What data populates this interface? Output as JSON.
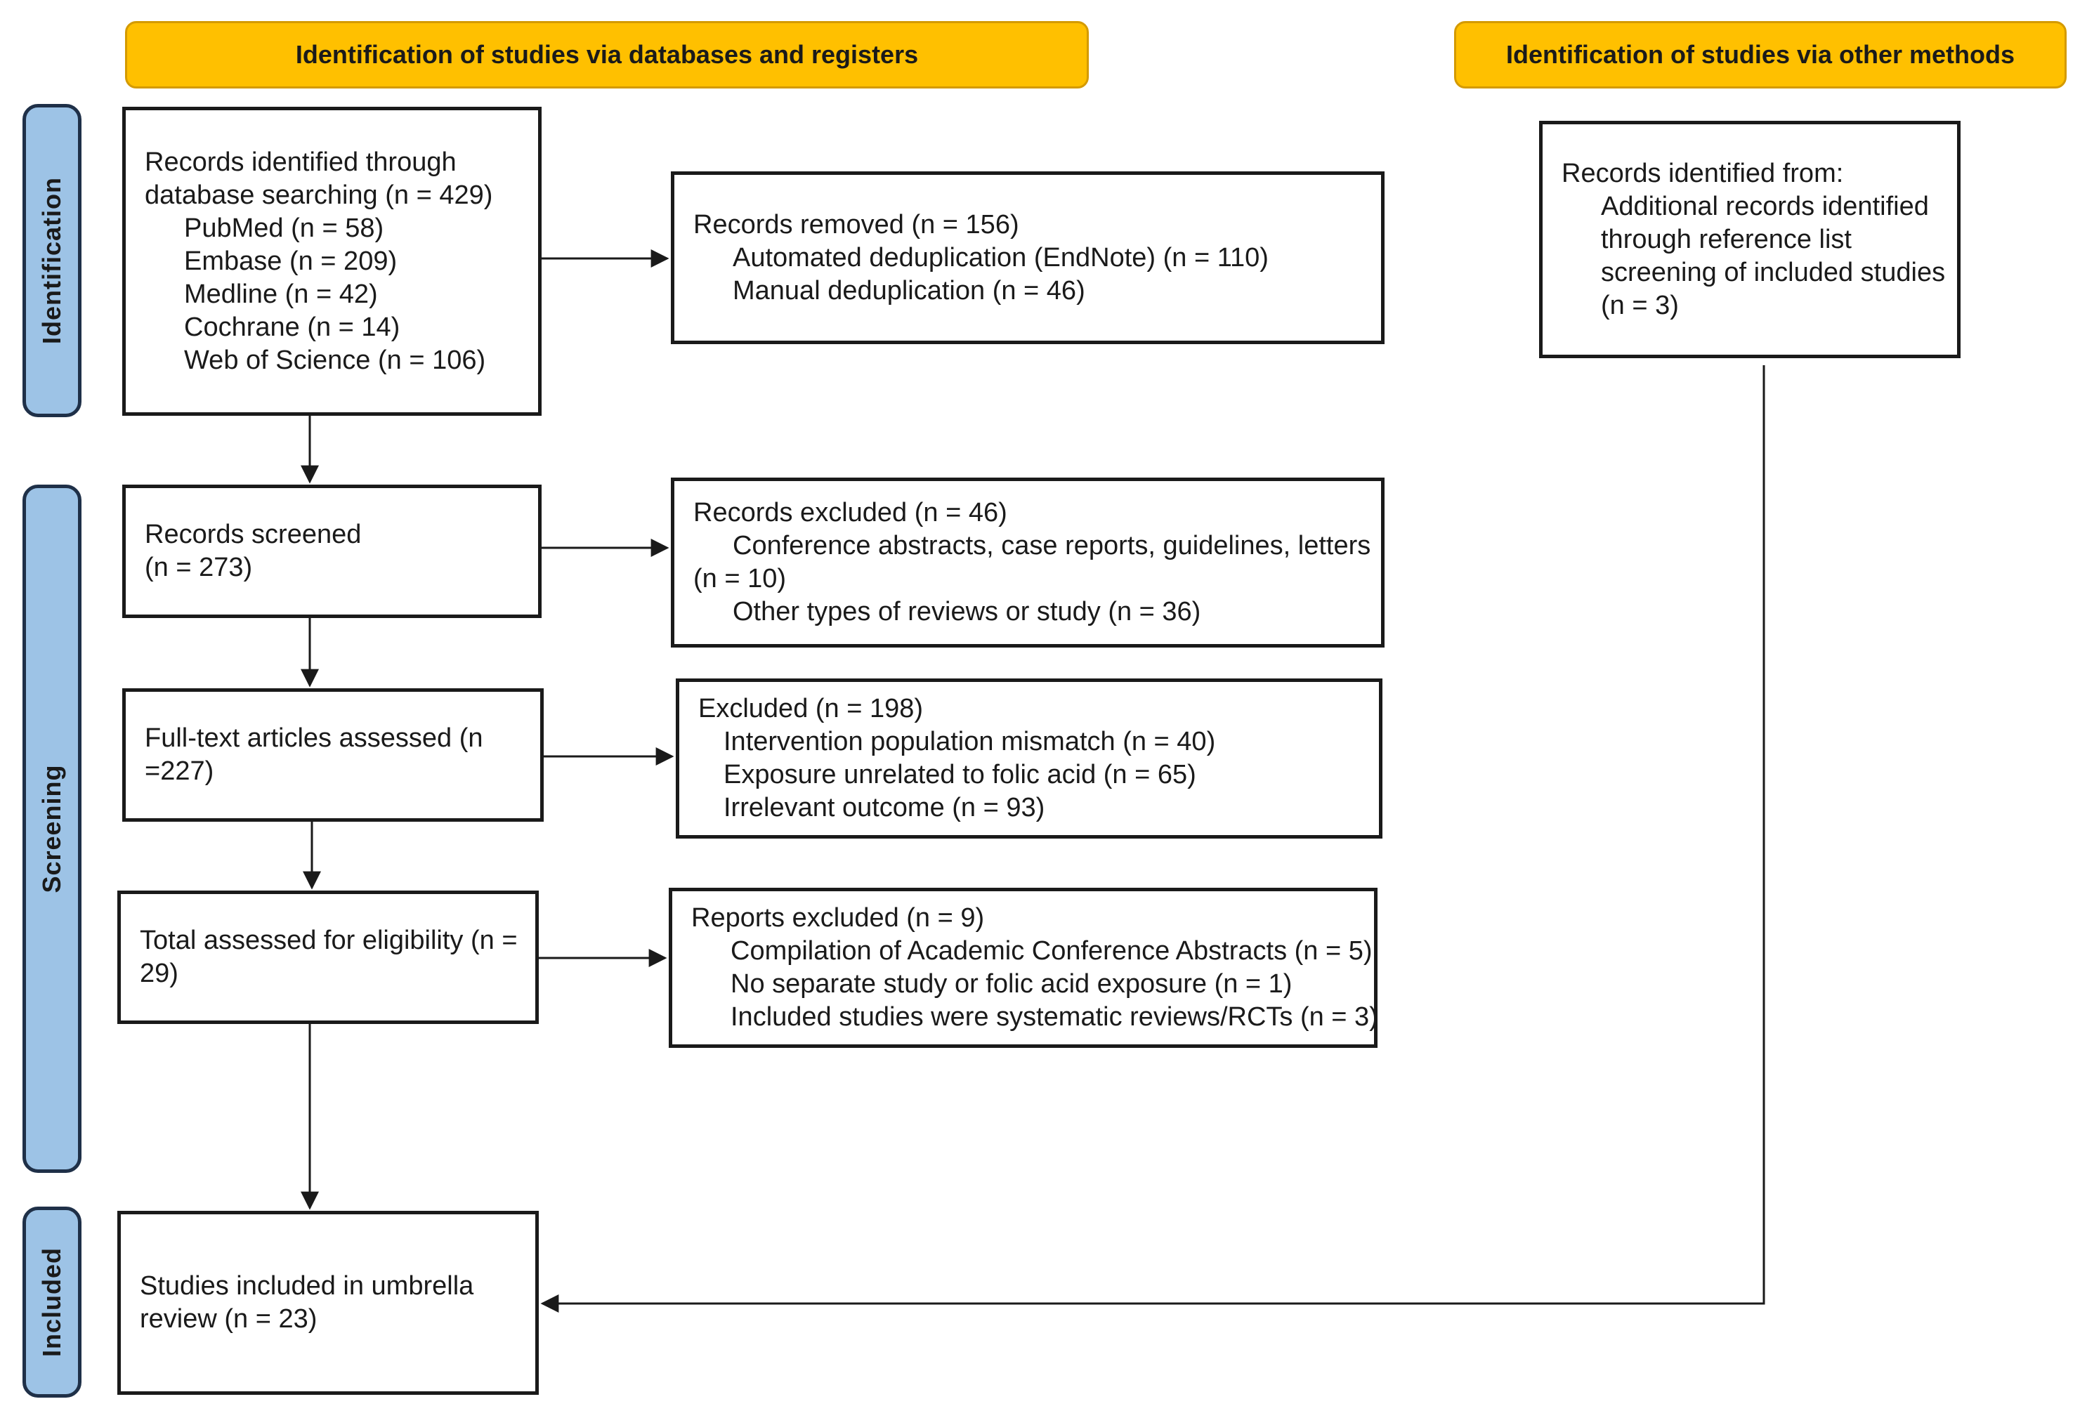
{
  "headers": {
    "databases": "Identification of studies via databases and registers",
    "other": "Identification of studies via other methods"
  },
  "stages": {
    "identification": "Identification",
    "screening": "Screening",
    "included": "Included"
  },
  "boxes": {
    "records_identified": {
      "line1": "Records identified through",
      "line2": "database searching (n = 429)",
      "sources": [
        "PubMed (n = 58)",
        "Embase (n = 209)",
        "Medline (n = 42)",
        "Cochrane (n = 14)",
        "Web of Science (n = 106)"
      ]
    },
    "records_removed": {
      "title": "Records removed (n = 156)",
      "items": [
        "Automated deduplication (EndNote) (n = 110)",
        "Manual deduplication (n = 46)"
      ]
    },
    "other_records": {
      "title": "Records identified from:",
      "lines": [
        "Additional records identified",
        "through reference list",
        "screening of included studies",
        "(n = 3)"
      ]
    },
    "records_screened": {
      "line1": "Records screened",
      "line2": "(n = 273)"
    },
    "records_excluded": {
      "title": "Records excluded (n = 46)",
      "item1": "Conference abstracts, case reports, guidelines, letters",
      "item1_cont": "(n = 10)",
      "item2": "Other types of reviews or study (n = 36)"
    },
    "fulltext": {
      "line1": "Full-text articles assessed (n",
      "line2": "=227)"
    },
    "excluded": {
      "title": "Excluded (n = 198)",
      "items": [
        "Intervention population mismatch (n = 40)",
        "Exposure unrelated to folic acid (n = 65)",
        "Irrelevant outcome (n = 93)"
      ]
    },
    "eligibility": {
      "line1": "Total assessed for eligibility (n =",
      "line2": "29)"
    },
    "reports_excluded": {
      "title": "Reports excluded (n = 9)",
      "items": [
        "Compilation of Academic Conference Abstracts (n = 5)",
        "No separate study or folic acid exposure (n = 1)",
        "Included studies were systematic reviews/RCTs (n = 3)"
      ]
    },
    "included": {
      "line1": "Studies included in umbrella",
      "line2": "review (n = 23)"
    }
  },
  "colors": {
    "header_fill": "#ffc000",
    "stage_fill": "#9dc3e6",
    "stage_border": "#1f3048",
    "box_border": "#1a1a1a"
  }
}
